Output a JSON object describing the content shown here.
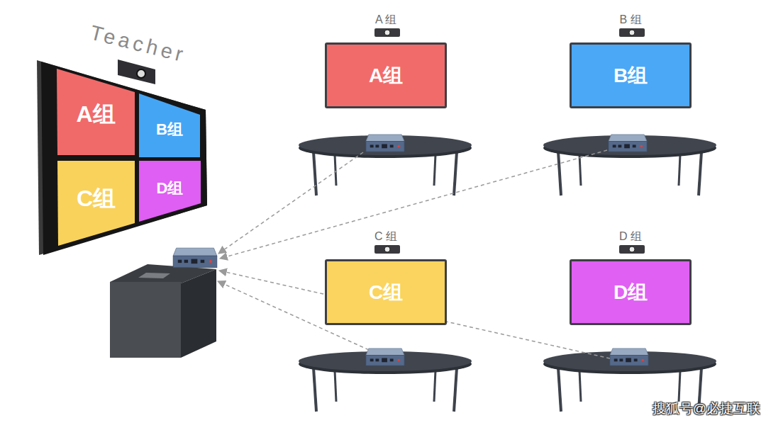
{
  "diagram": {
    "nodes": [
      {
        "text": [
          "Teacher"
        ]
      },
      {
        "text": [
          "A组"
        ],
        "in": 0
      },
      {
        "text": [
          "B组"
        ],
        "in": 0
      },
      {
        "text": [
          "C组"
        ],
        "in": 0
      },
      {
        "text": [
          "D组"
        ],
        "in": 0
      },
      {
        "text": [
          "A 组",
          "A组"
        ]
      },
      {
        "text": [
          "B 组",
          "B组"
        ]
      },
      {
        "text": [
          "C 组",
          "C组"
        ]
      },
      {
        "text": [
          "D 组",
          "D组"
        ]
      }
    ],
    "labels": [
      "搜狐号@必捷互联"
    ]
  }
}
